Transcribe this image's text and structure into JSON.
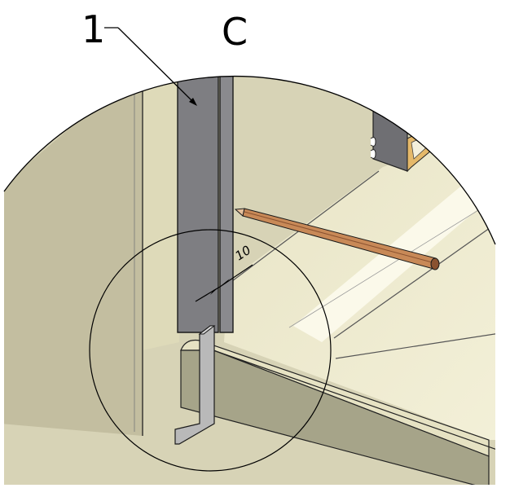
{
  "callouts": {
    "part_number": "1",
    "view_letter": "C"
  },
  "dimension": {
    "value": "10"
  },
  "colors": {
    "wall": "#c8c3a5",
    "wall_edge": "#b2ad8f",
    "floor": "#efebcf",
    "floor_light": "#f8f5e2",
    "threshold": "#a9a78b",
    "spacer_plate": "#7c7c80",
    "spacer_edge": "#5e5e62",
    "bracket": "#b7b7b7",
    "pencil_wood": "#c98a5a",
    "pencil_dark": "#8a5230",
    "outline": "#1a1a1a"
  }
}
